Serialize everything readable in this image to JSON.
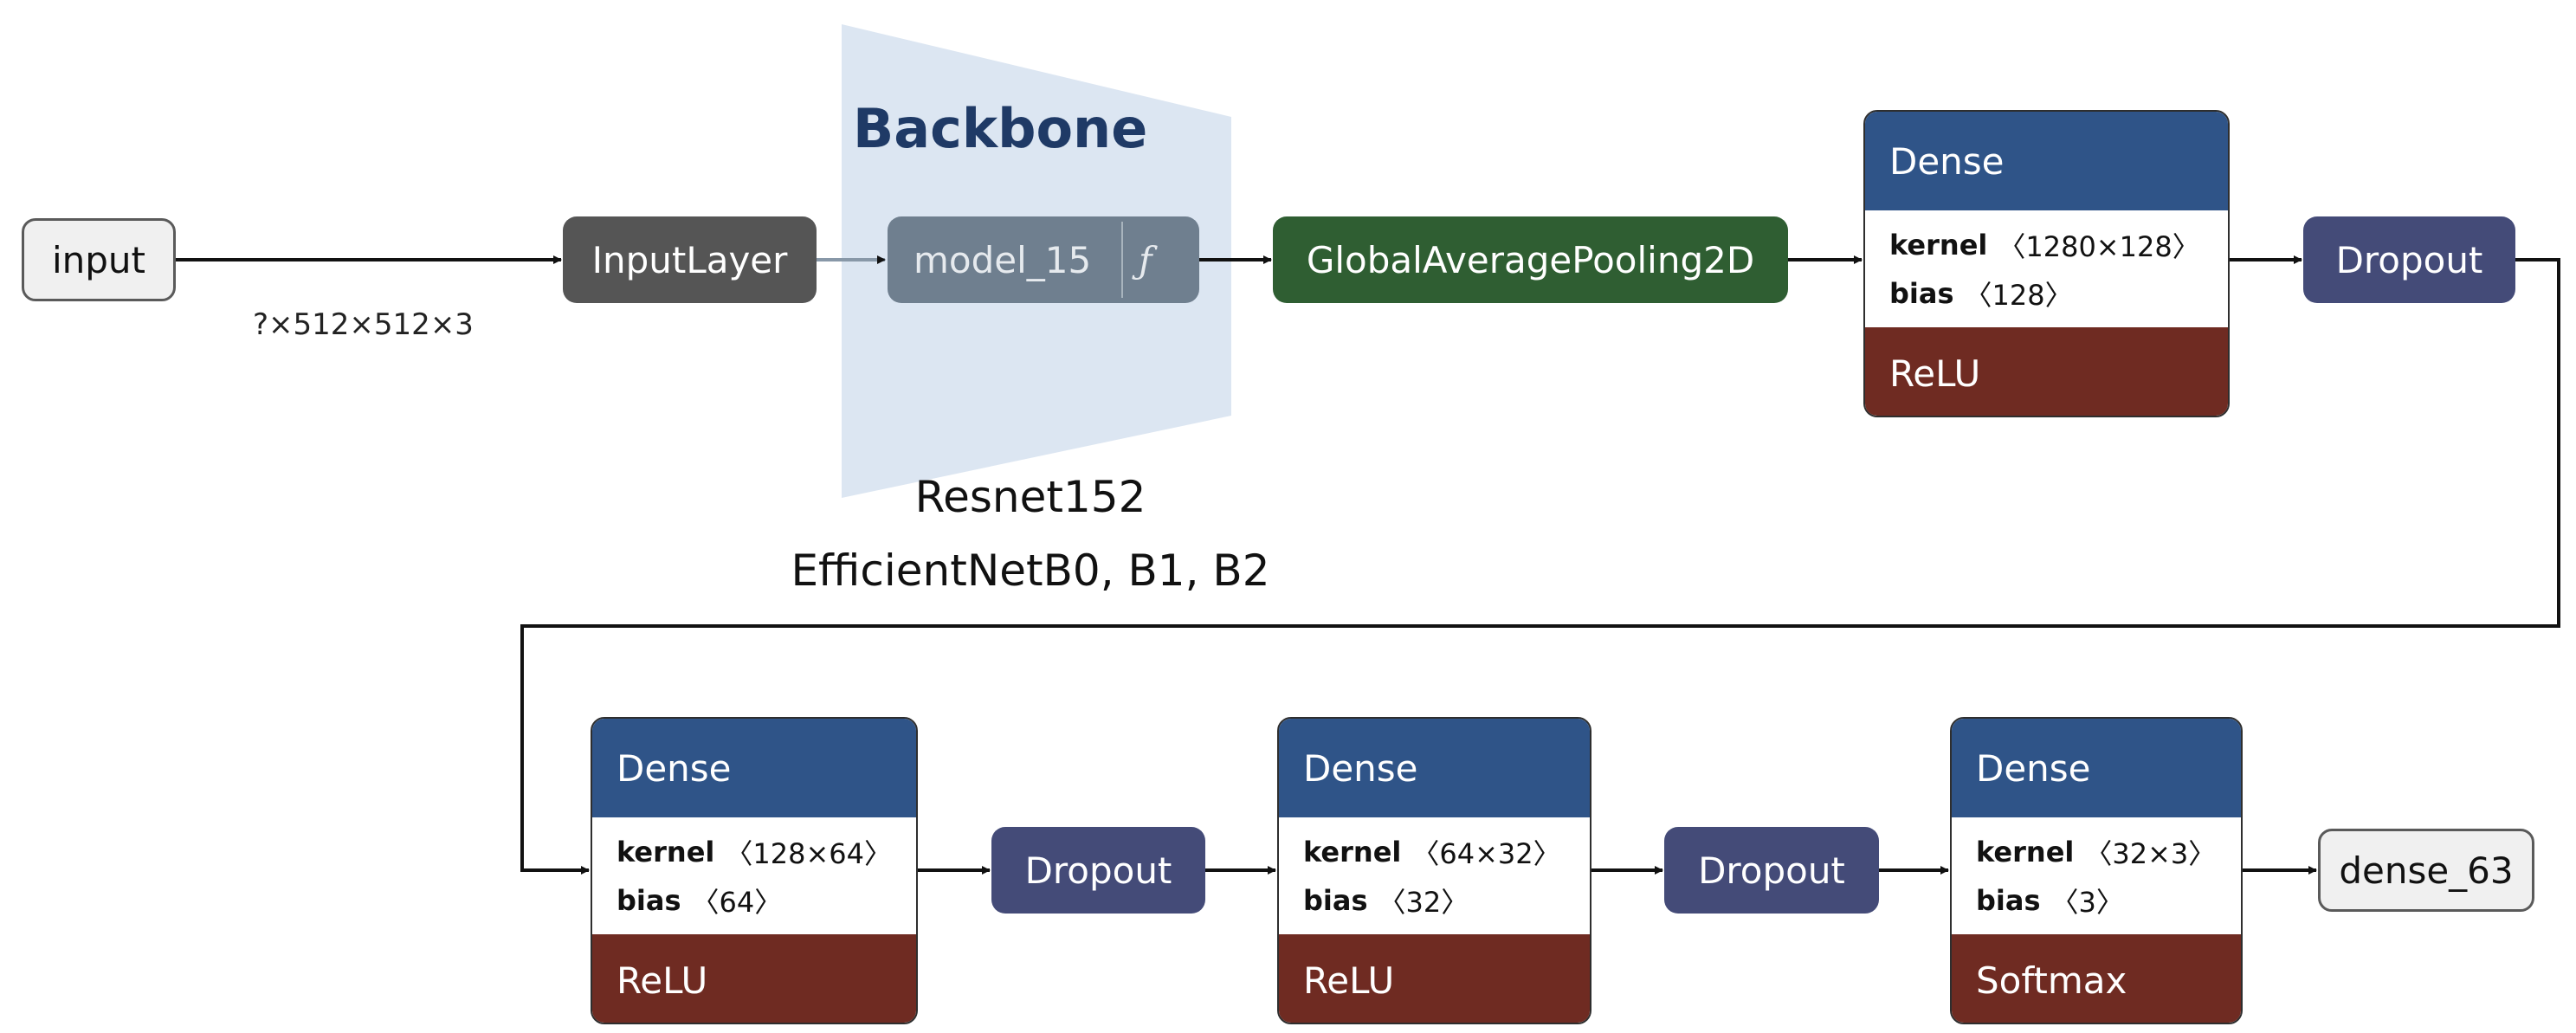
{
  "nodes": {
    "input": "input",
    "input_layer": "InputLayer",
    "model": {
      "label": "model_15",
      "func": "ƒ"
    },
    "gap": "GlobalAveragePooling2D",
    "dropout1": "Dropout",
    "dropout2": "Dropout",
    "dropout3": "Dropout",
    "output": "dense_63"
  },
  "dense": [
    {
      "title": "Dense",
      "kernel_key": "kernel",
      "kernel_val": "〈1280×128〉",
      "bias_key": "bias",
      "bias_val": "〈128〉",
      "activation": "ReLU"
    },
    {
      "title": "Dense",
      "kernel_key": "kernel",
      "kernel_val": "〈128×64〉",
      "bias_key": "bias",
      "bias_val": "〈64〉",
      "activation": "ReLU"
    },
    {
      "title": "Dense",
      "kernel_key": "kernel",
      "kernel_val": "〈64×32〉",
      "bias_key": "bias",
      "bias_val": "〈32〉",
      "activation": "ReLU"
    },
    {
      "title": "Dense",
      "kernel_key": "kernel",
      "kernel_val": "〈32×3〉",
      "bias_key": "bias",
      "bias_val": "〈3〉",
      "activation": "Softmax"
    }
  ],
  "backbone": {
    "title": "Backbone",
    "caption_line1": "Resnet152",
    "caption_line2": "EfficientNetB0, B1, B2"
  },
  "edge_labels": {
    "input_shape": "?×512×512×3"
  },
  "colors": {
    "input_layer": "#555555",
    "model": "#6f7f8f",
    "gap": "#2f5e32",
    "dropout": "#444b78",
    "dense_header": "#2f5488",
    "activation": "#6f2b22",
    "backbone_region": "#dce6f2"
  }
}
